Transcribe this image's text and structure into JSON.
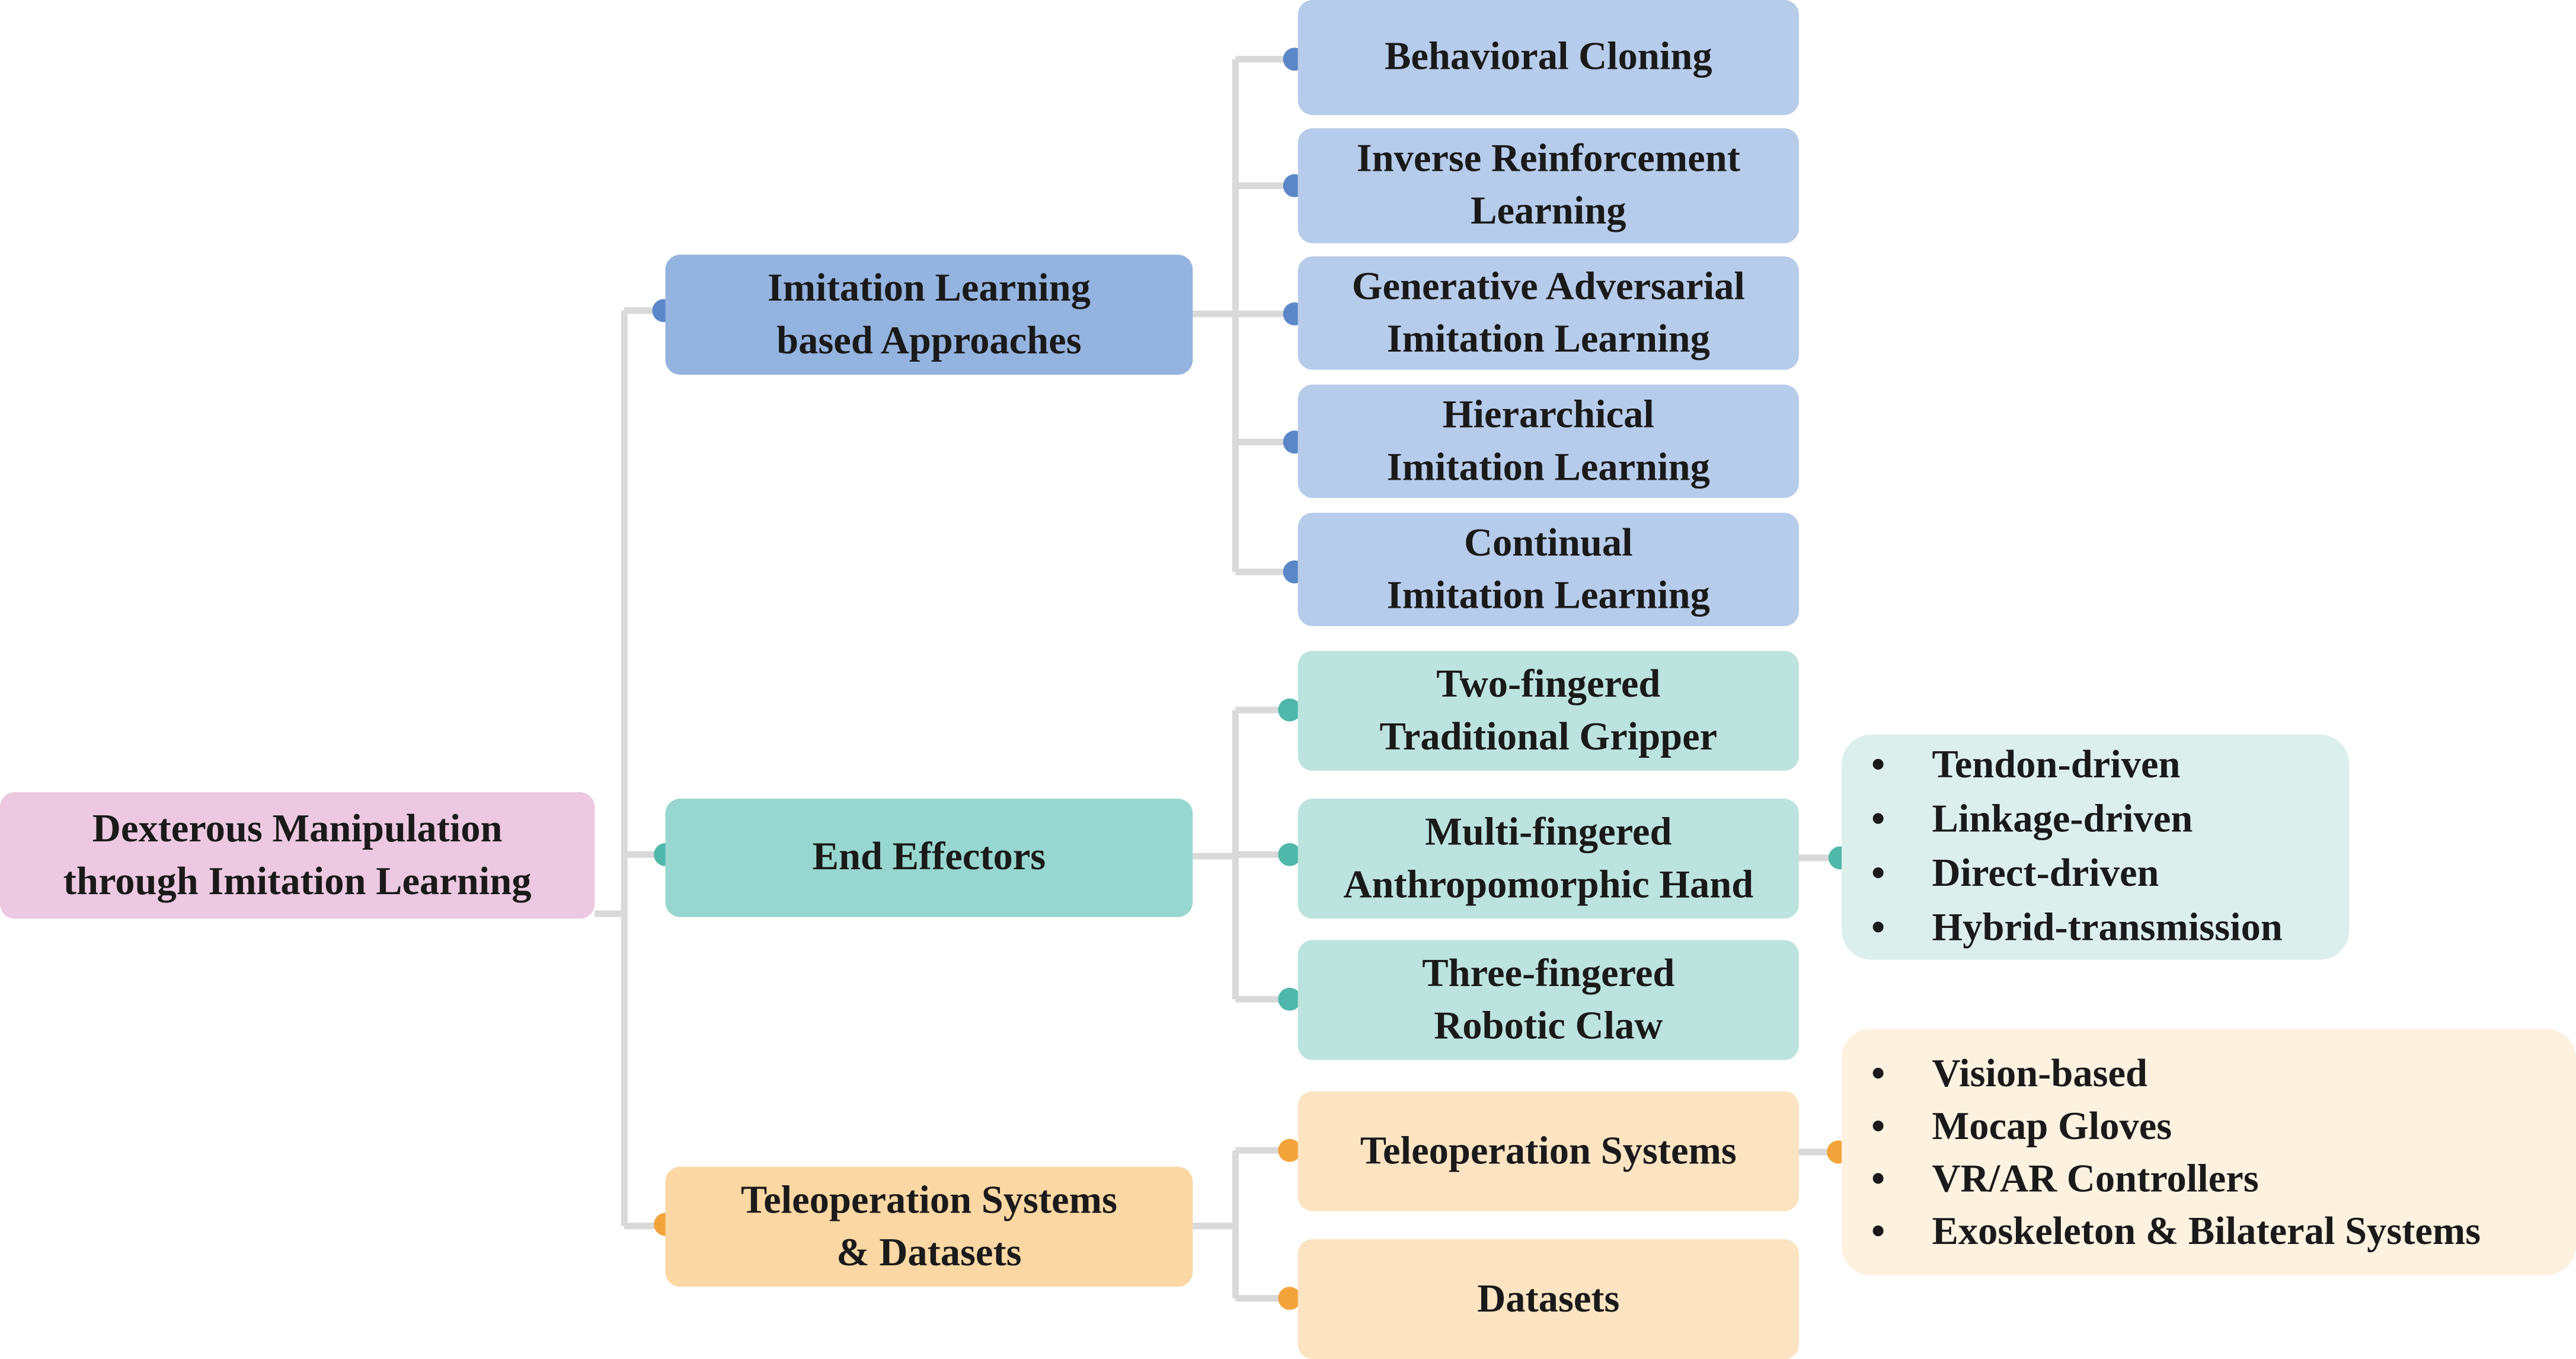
{
  "root": {
    "label_line1": "Dexterous Manipulation",
    "label_line2": "through Imitation Learning"
  },
  "branches": {
    "imitation": {
      "label_line1": "Imitation Learning",
      "label_line2": "based Approaches",
      "color": "#95b3df",
      "dot_color": "#5b87c8",
      "children": [
        {
          "line1": "Behavioral Cloning",
          "line2": ""
        },
        {
          "line1": "Inverse Reinforcement",
          "line2": "Learning"
        },
        {
          "line1": "Generative Adversarial",
          "line2": "Imitation Learning"
        },
        {
          "line1": "Hierarchical",
          "line2": "Imitation Learning"
        },
        {
          "line1": "Continual",
          "line2": "Imitation Learning"
        }
      ]
    },
    "end_effectors": {
      "label": "End Effectors",
      "color": "#98d7cf",
      "dot_color": "#4fb8aa",
      "children": [
        {
          "line1": "Two-fingered",
          "line2": "Traditional Gripper"
        },
        {
          "line1": "Multi-fingered",
          "line2": "Anthropomorphic Hand"
        },
        {
          "line1": "Three-fingered",
          "line2": "Robotic Claw"
        }
      ],
      "hand_types": [
        "Tendon-driven",
        "Linkage-driven",
        "Direct-driven",
        "Hybrid-transmission"
      ]
    },
    "teleoperation": {
      "label_line1": "Teleoperation Systems",
      "label_line2": "& Datasets",
      "color": "#fbd7a3",
      "dot_color": "#f2a33a",
      "children": [
        {
          "line1": "Teleoperation Systems",
          "line2": ""
        },
        {
          "line1": "Datasets",
          "line2": ""
        }
      ],
      "teleop_types": [
        "Vision-based",
        "Mocap Gloves",
        "VR/AR Controllers",
        "Exoskeleton & Bilateral Systems"
      ]
    }
  },
  "connector_color": "#d9d9d9"
}
